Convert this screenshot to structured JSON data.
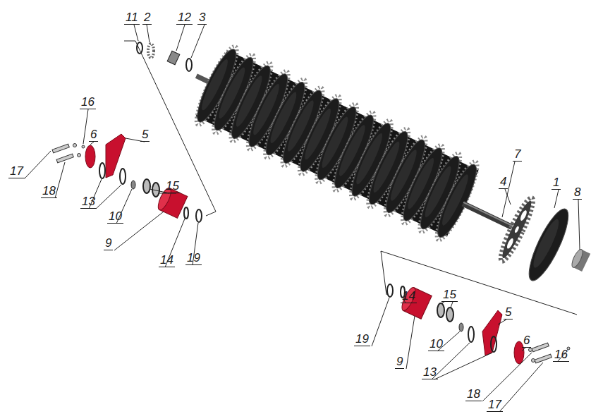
{
  "diagram": {
    "labels": [
      "11",
      "2",
      "12",
      "3",
      "16",
      "6",
      "5",
      "17",
      "18",
      "13",
      "15",
      "10",
      "9",
      "14",
      "19",
      "7",
      "4",
      "1",
      "8",
      "14",
      "15",
      "19",
      "9",
      "5",
      "10",
      "6",
      "13",
      "16",
      "18",
      "17"
    ]
  }
}
